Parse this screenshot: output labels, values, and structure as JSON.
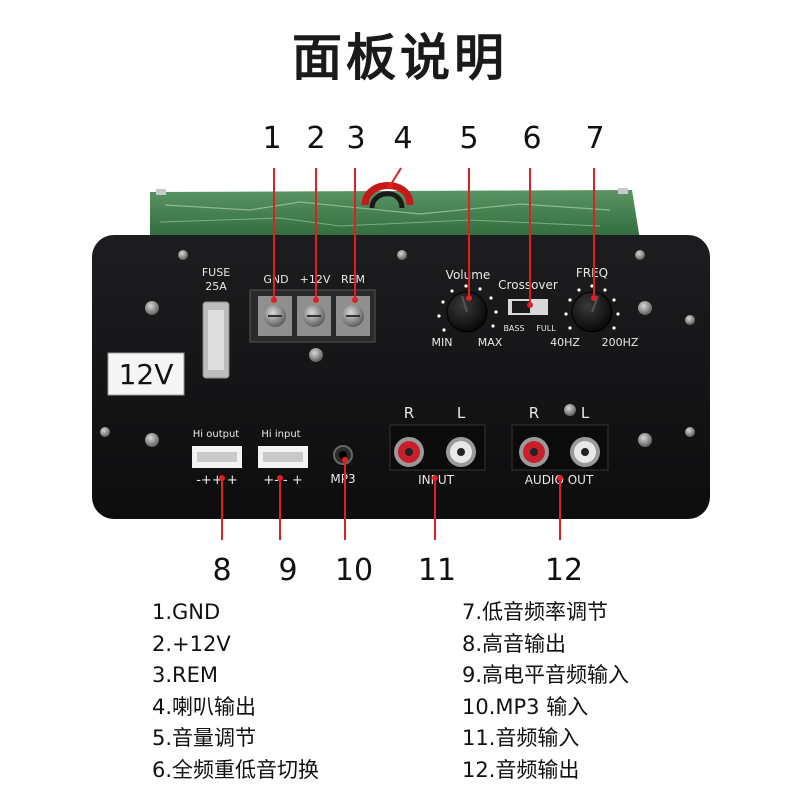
{
  "title": "面板说明",
  "callout_numbers_top": [
    "1",
    "2",
    "3",
    "4",
    "5",
    "6",
    "7"
  ],
  "callout_numbers_bottom": [
    "8",
    "9",
    "10",
    "11",
    "12"
  ],
  "panel": {
    "fuse_label": "FUSE",
    "fuse_rating": "25A",
    "voltage_badge": "12V",
    "terminal_labels": [
      "GND",
      "+12V",
      "REM"
    ],
    "volume_label": "Volume",
    "volume_min": "MIN",
    "volume_max": "MAX",
    "crossover_label": "Crossover",
    "crossover_bass": "BASS",
    "crossover_full": "FULL",
    "freq_label": "FREQ",
    "freq_min": "40HZ",
    "freq_max": "200HZ",
    "hi_output_label": "Hi output",
    "hi_output_pins": "-++ +",
    "hi_input_label": "Hi input",
    "hi_input_pins": "+- - +",
    "mp3_label": "MP3",
    "input_r": "R",
    "input_l": "L",
    "input_label": "INPUT",
    "output_r": "R",
    "output_l": "L",
    "output_label": "AUDIO OUT"
  },
  "legend_left": [
    "1.GND",
    "2.+12V",
    "3.REM",
    "4.喇叭输出",
    "5.音量调节",
    "6.全频重低音切换"
  ],
  "legend_right": [
    "7.低音频率调节",
    "8.高音输出",
    "9.高电平音频输入",
    "10.MP3 输入",
    "11.音频输入",
    "12.音频输出"
  ],
  "colors": {
    "panel": "#141416",
    "pcb": "#3f7d4c",
    "leader": "#e02020",
    "rca_red": "#c8202a",
    "rca_white": "#e8e8e8"
  }
}
